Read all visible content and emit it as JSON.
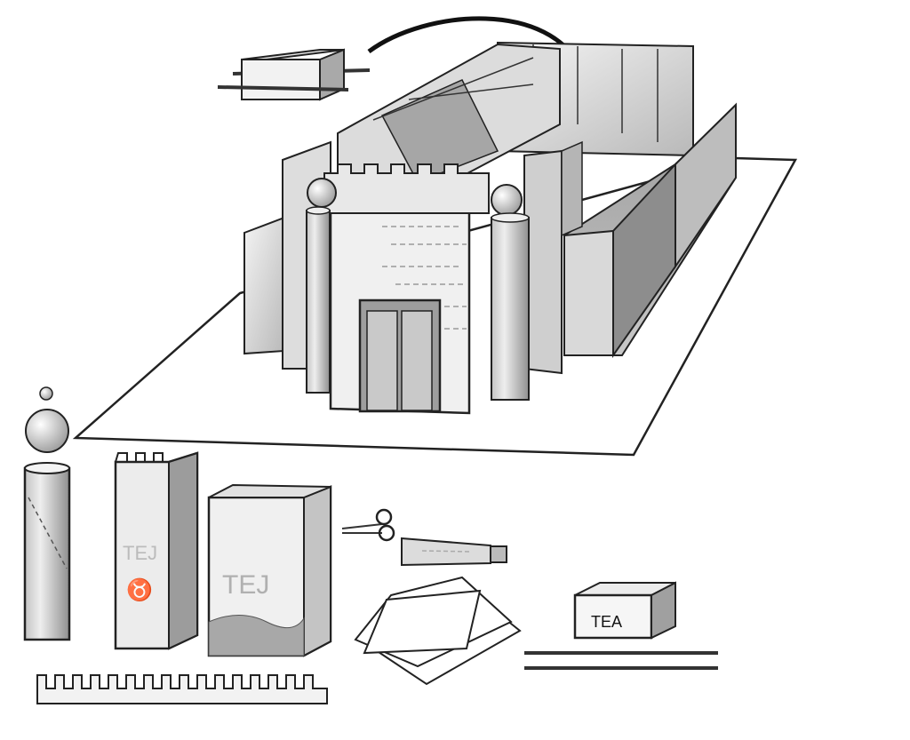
{
  "labels": {
    "carton_small": "TEJ",
    "carton_large": "TEJ",
    "tea_box": "TEA"
  }
}
